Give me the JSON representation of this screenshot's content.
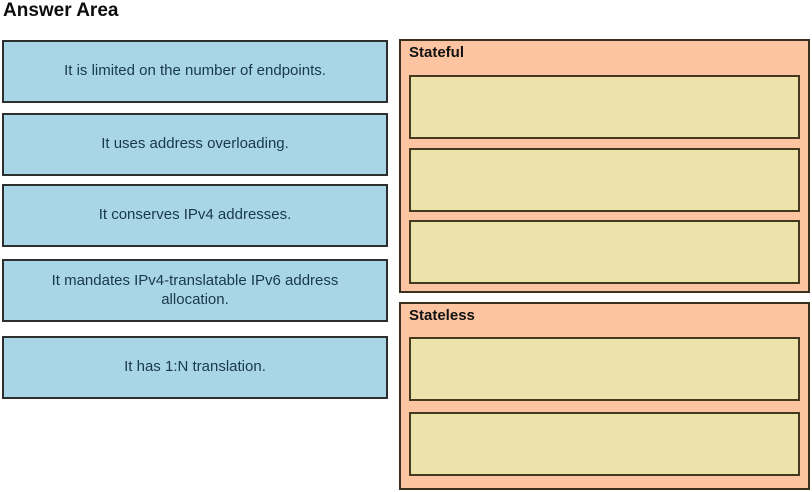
{
  "title": "Answer Area",
  "left_items": [
    {
      "label": "It is limited on the number of endpoints."
    },
    {
      "label": "It uses address overloading."
    },
    {
      "label": "It conserves IPv4 addresses."
    },
    {
      "label": "It mandates IPv4-translatable IPv6 address allocation."
    },
    {
      "label": "It has 1:N translation."
    }
  ],
  "groups": [
    {
      "label": "Stateful",
      "slot_count": 3
    },
    {
      "label": "Stateless",
      "slot_count": 2
    }
  ],
  "colors": {
    "tile_background": "#a8d6e7",
    "tile_border": "#2e2e2e",
    "tile_text": "#18394a",
    "panel_background": "#fcc4a0",
    "panel_border": "#3b2f1e",
    "zone_background": "#ede2aa",
    "zone_border": "#453a1f",
    "title_text": "#0d0d0d"
  }
}
